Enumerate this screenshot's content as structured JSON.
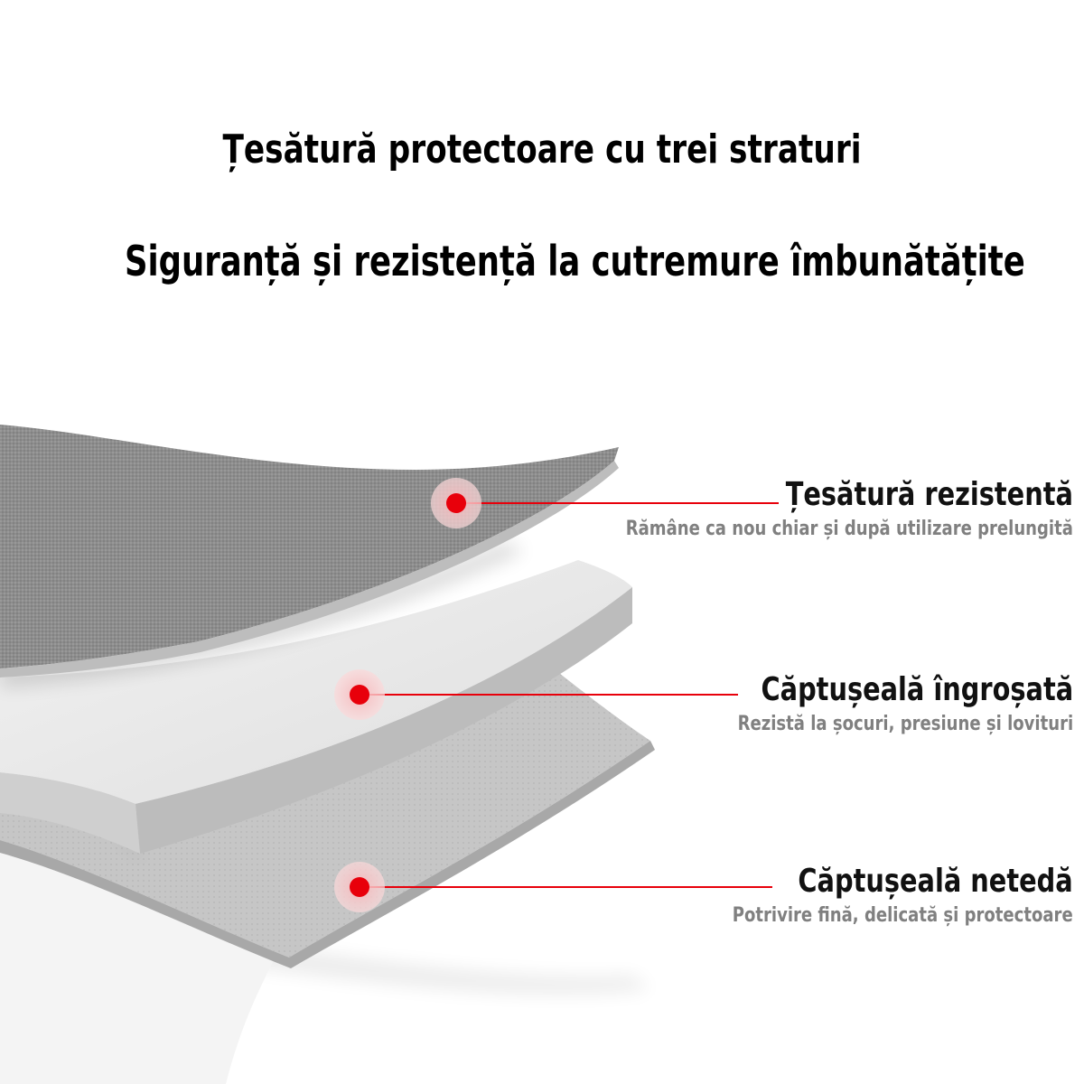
{
  "header": {
    "title": "Țesătură protectoare cu trei straturi",
    "subtitle": "Siguranță și rezistență la cutremure îmbunătățite"
  },
  "layers": [
    {
      "title": "Țesătură rezistentă",
      "description": "Rămâne ca nou chiar și după utilizare prelungită"
    },
    {
      "title": "Căptușeală îngroșată",
      "description": "Rezistă la șocuri, presiune și lovituri"
    },
    {
      "title": "Căptușeală netedă",
      "description": "Potrivire fină, delicată și protectoare"
    }
  ],
  "colors": {
    "accent": "#e8000b",
    "fabric": "#8c8c8c",
    "padding": "#e4e4e4",
    "lining": "#c4c4c4"
  }
}
